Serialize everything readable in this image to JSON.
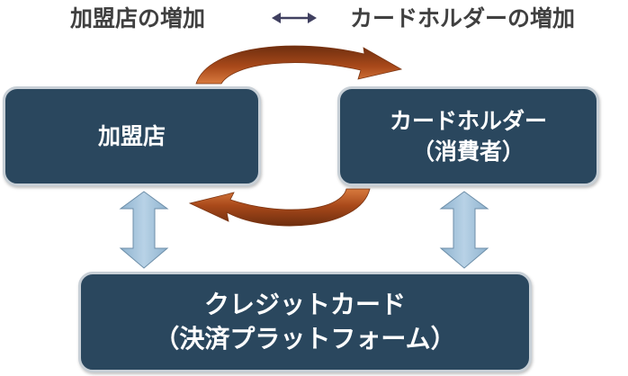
{
  "header": {
    "left": "加盟店の増加",
    "right": "カードホルダーの増加"
  },
  "boxes": {
    "merchant": {
      "line1": "加盟店"
    },
    "cardholder": {
      "line1": "カードホルダー",
      "line2": "（消費者）"
    },
    "platform": {
      "line1": "クレジットカード",
      "line2": "（決済プラットフォーム）"
    }
  },
  "colors": {
    "box_fill": "#2a475e",
    "box_border": "#c7cfd6",
    "cycle_arrow": "#b5531a",
    "double_arrow": "#a8c6dc",
    "header_text": "#404040"
  },
  "icons": {
    "header_arrow": "double-headed-arrow-icon",
    "top_arrow": "curved-arrow-right-icon",
    "bottom_arrow": "curved-arrow-left-icon",
    "vertical_arrows": "vertical-double-arrow-icon"
  }
}
